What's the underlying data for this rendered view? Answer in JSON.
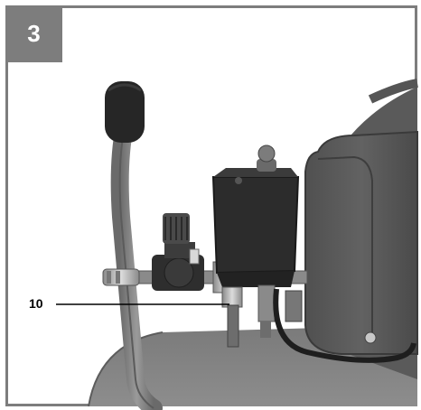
{
  "figure": {
    "number": "3"
  },
  "callouts": [
    {
      "label": "10"
    }
  ],
  "colors": {
    "frame": "#7d7d7d",
    "body": "#6d6d6d",
    "dark": "#2b2b2b"
  },
  "icons": [
    "compressor-handle",
    "pressure-switch",
    "pressure-regulator",
    "quick-coupling",
    "outlet-valve"
  ]
}
